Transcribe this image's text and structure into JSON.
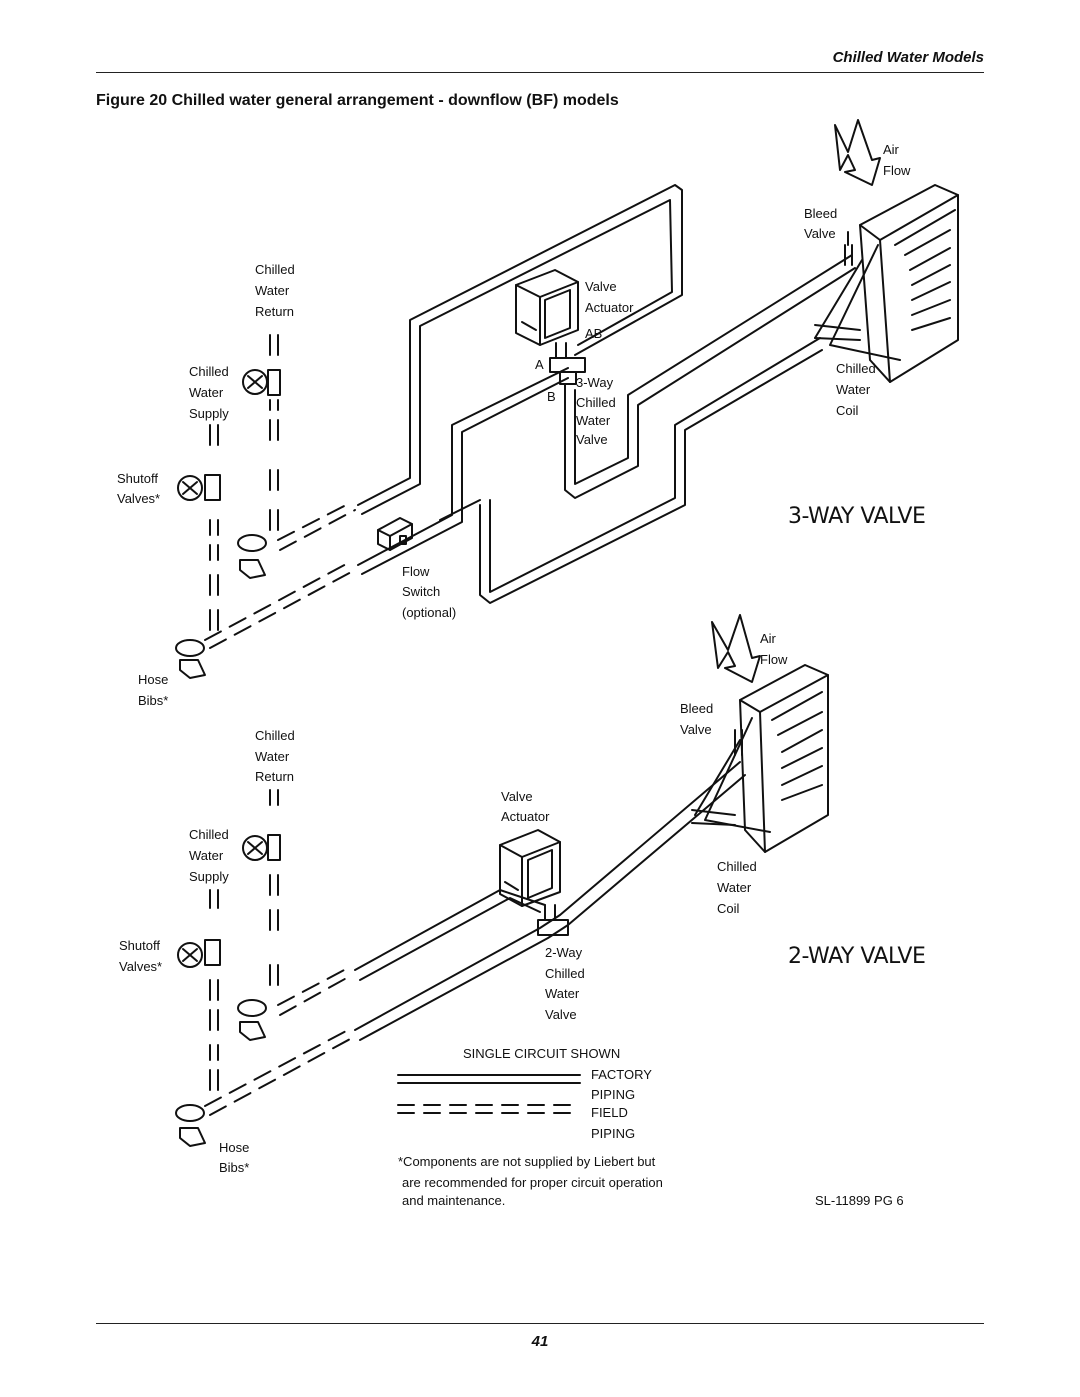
{
  "header": {
    "section_title": "Chilled Water Models"
  },
  "figure": {
    "title": "Figure 20  Chilled water general arrangement - downflow (BF) models"
  },
  "top_diagram": {
    "chilled_water_return": [
      "Chilled",
      "Water",
      "Return"
    ],
    "chilled_water_supply": [
      "Chilled",
      "Water",
      "Supply"
    ],
    "shutoff_valves": [
      "Shutoff",
      "Valves*"
    ],
    "hose_bibs": [
      "Hose",
      "Bibs*"
    ],
    "valve_actuator": [
      "Valve",
      "Actuator"
    ],
    "port_ab": "AB",
    "port_a": "A",
    "port_b": "B",
    "three_way_valve": [
      "3-Way",
      "Chilled",
      "Water",
      "Valve"
    ],
    "flow_switch": [
      "Flow",
      "Switch",
      "(optional)"
    ],
    "air_flow": [
      "Air",
      "Flow"
    ],
    "bleed_valve": [
      "Bleed",
      "Valve"
    ],
    "chilled_water_coil": [
      "Chilled",
      "Water",
      "Coil"
    ],
    "heading": "3-WAY VALVE"
  },
  "bottom_diagram": {
    "chilled_water_return": [
      "Chilled",
      "Water",
      "Return"
    ],
    "chilled_water_supply": [
      "Chilled",
      "Water",
      "Supply"
    ],
    "shutoff_valves": [
      "Shutoff",
      "Valves*"
    ],
    "hose_bibs": [
      "Hose",
      "Bibs*"
    ],
    "valve_actuator": [
      "Valve",
      "Actuator"
    ],
    "two_way_valve": [
      "2-Way",
      "Chilled",
      "Water",
      "Valve"
    ],
    "air_flow": [
      "Air",
      "Flow"
    ],
    "bleed_valve": [
      "Bleed",
      "Valve"
    ],
    "chilled_water_coil": [
      "Chilled",
      "Water",
      "Coil"
    ],
    "heading": "2-WAY VALVE"
  },
  "legend": {
    "title": "SINGLE CIRCUIT SHOWN",
    "factory_piping": [
      "FACTORY",
      "PIPING"
    ],
    "field_piping": [
      "FIELD",
      "PIPING"
    ]
  },
  "footnote": [
    "*Components are not supplied by Liebert but",
    "are recommended for proper circuit operation",
    "and maintenance."
  ],
  "drawing_id": "SL-11899 PG 6",
  "page_number": "41"
}
